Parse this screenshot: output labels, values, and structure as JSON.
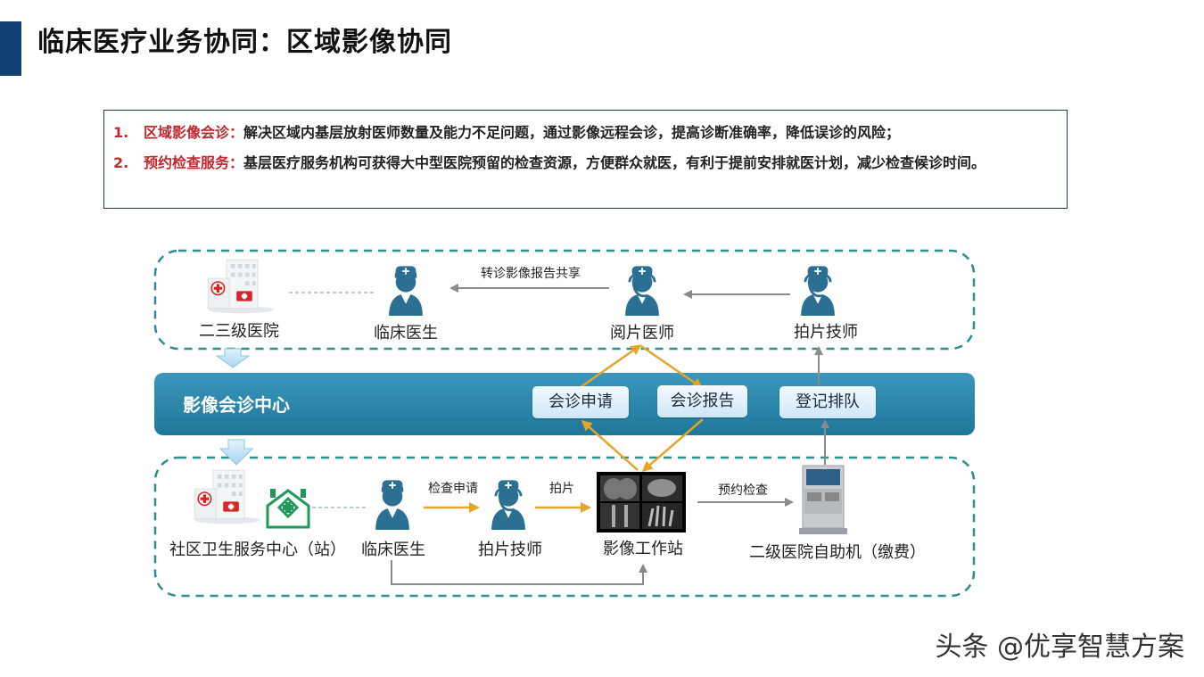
{
  "page": {
    "title": "临床医疗业务协同：区域影像协同"
  },
  "summary": [
    {
      "num": "1.",
      "term": "区域影像会诊：",
      "text": "解决区域内基层放射医师数量及能力不足问题，通过影像远程会诊，提高诊断准确率，降低误诊的风险；"
    },
    {
      "num": "2.",
      "term": "预约检查服务：",
      "text": "基层医疗服务机构可获得大中型医院预留的检查资源，方便群众就医，有利于提前安排就医计划，减少检查候诊时间。"
    }
  ],
  "diagram": {
    "top_row": {
      "hospital": "二三级医院",
      "clinical_doctor": "临床医生",
      "reading_doctor": "阅片医师",
      "imaging_tech": "拍片技师",
      "share_label": "转诊影像报告共享"
    },
    "center": {
      "title": "影像会诊中心",
      "consult_request": "会诊申请",
      "consult_report": "会诊报告",
      "register_queue": "登记排队"
    },
    "bottom_row": {
      "community_center": "社区卫生服务中心（站）",
      "clinical_doctor": "临床医生",
      "imaging_tech": "拍片技师",
      "workstation": "影像工作站",
      "kiosk": "二级医院自助机（缴费）",
      "exam_request_label": "检查申请",
      "xray_label": "拍片",
      "appointment_label": "预约检查"
    },
    "colors": {
      "frame": "#2a8f8f",
      "band": "#2a86ac",
      "person": "#2b6f92",
      "gold_arrow": "#e3a52a",
      "gray_arrow": "#8a8a8a"
    }
  },
  "watermark": "头条 @优享智慧方案"
}
